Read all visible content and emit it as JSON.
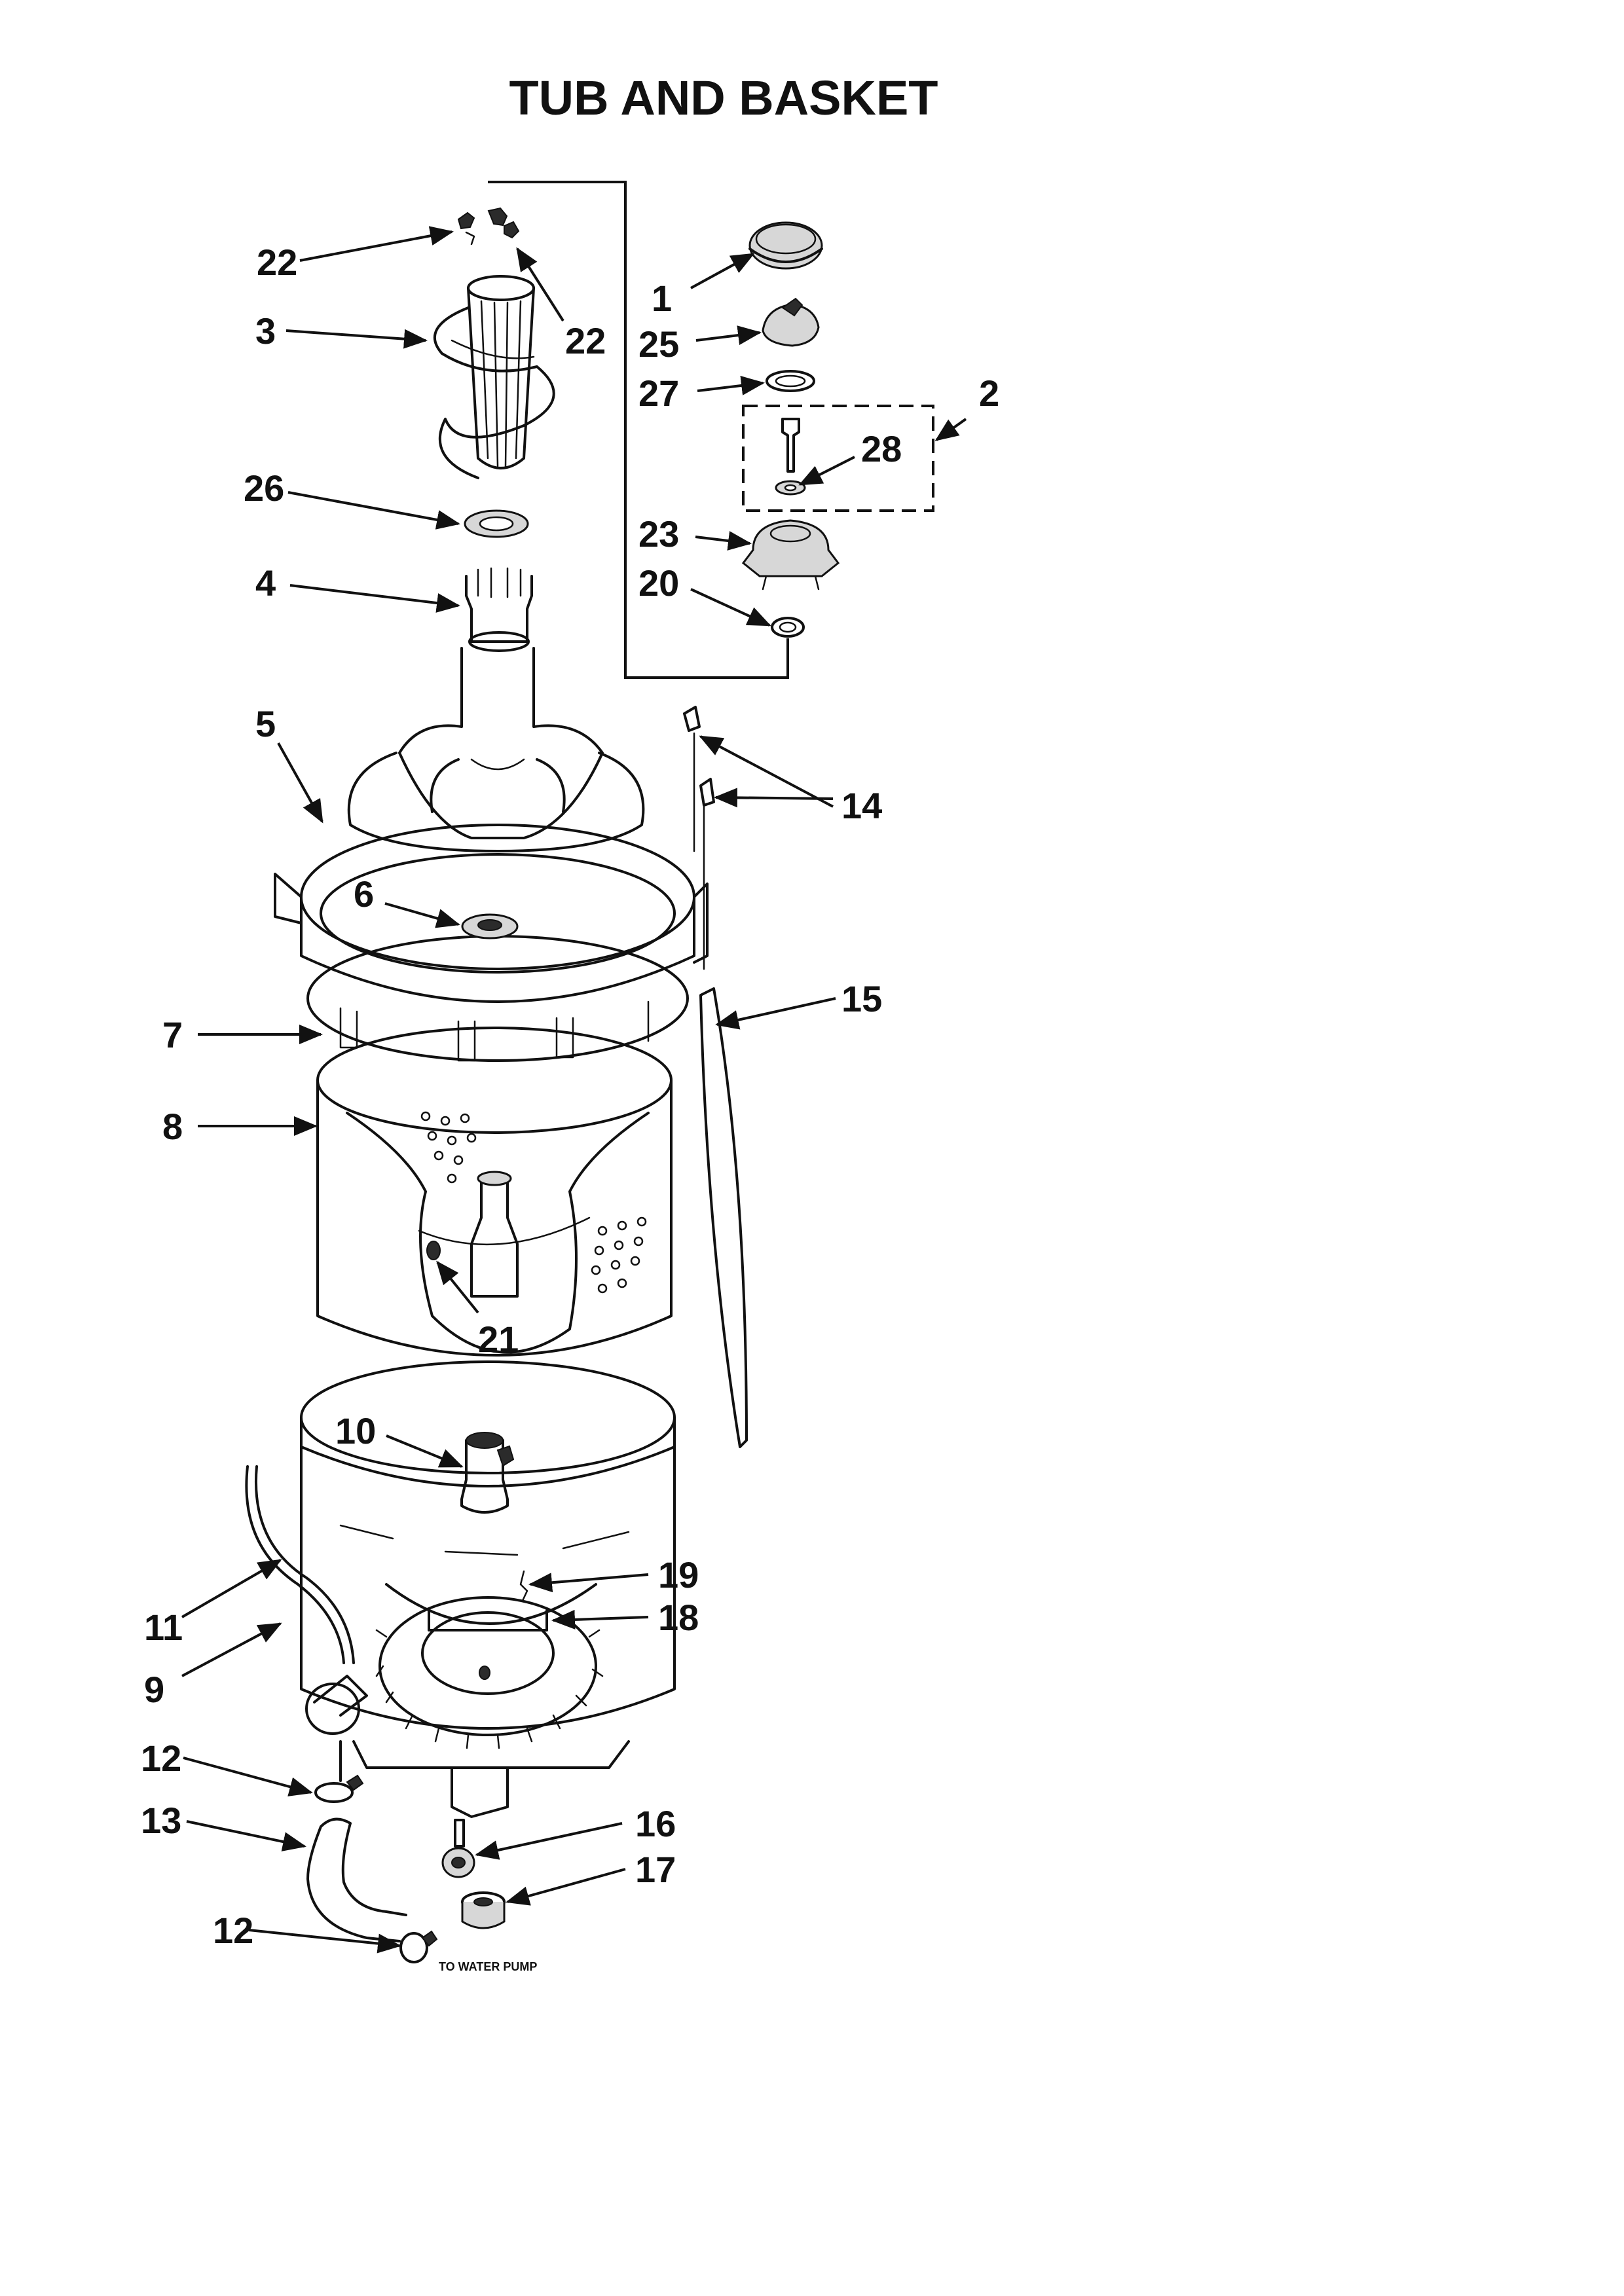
{
  "title": "TUB AND BASKET",
  "note": "TO WATER PUMP",
  "callouts": {
    "c1": "1",
    "c2": "2",
    "c3": "3",
    "c4": "4",
    "c5": "5",
    "c6": "6",
    "c7": "7",
    "c8": "8",
    "c9": "9",
    "c10": "10",
    "c11": "11",
    "c12a": "12",
    "c12b": "12",
    "c13": "13",
    "c14": "14",
    "c15": "15",
    "c16": "16",
    "c17": "17",
    "c18": "18",
    "c19": "19",
    "c20": "20",
    "c21": "21",
    "c22a": "22",
    "c22b": "22",
    "c23": "23",
    "c25": "25",
    "c26": "26",
    "c27": "27",
    "c28": "28"
  }
}
